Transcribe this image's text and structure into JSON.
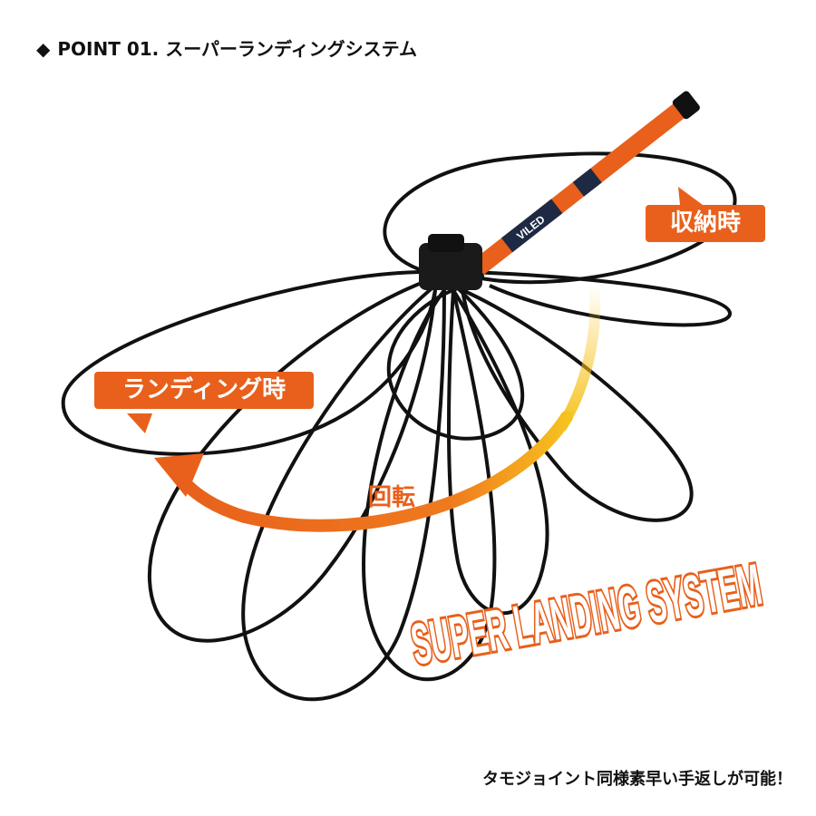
{
  "header": {
    "text": "POINT 01. スーパーランディングシステム",
    "marker": "◆"
  },
  "labels": {
    "stored": "収納時",
    "landing": "ランディング時",
    "rotation": "回転",
    "system_banner": "SUPER LANDING SYSTEM"
  },
  "footer": {
    "text": "タモジョイント同様素早い手返しが可能！"
  },
  "handle": {
    "brand": "VILED"
  },
  "colors": {
    "accent_orange": "#e8601b",
    "yellow": "#f6c21e",
    "frame": "#111111",
    "handle_navy": "#1e2a44"
  }
}
